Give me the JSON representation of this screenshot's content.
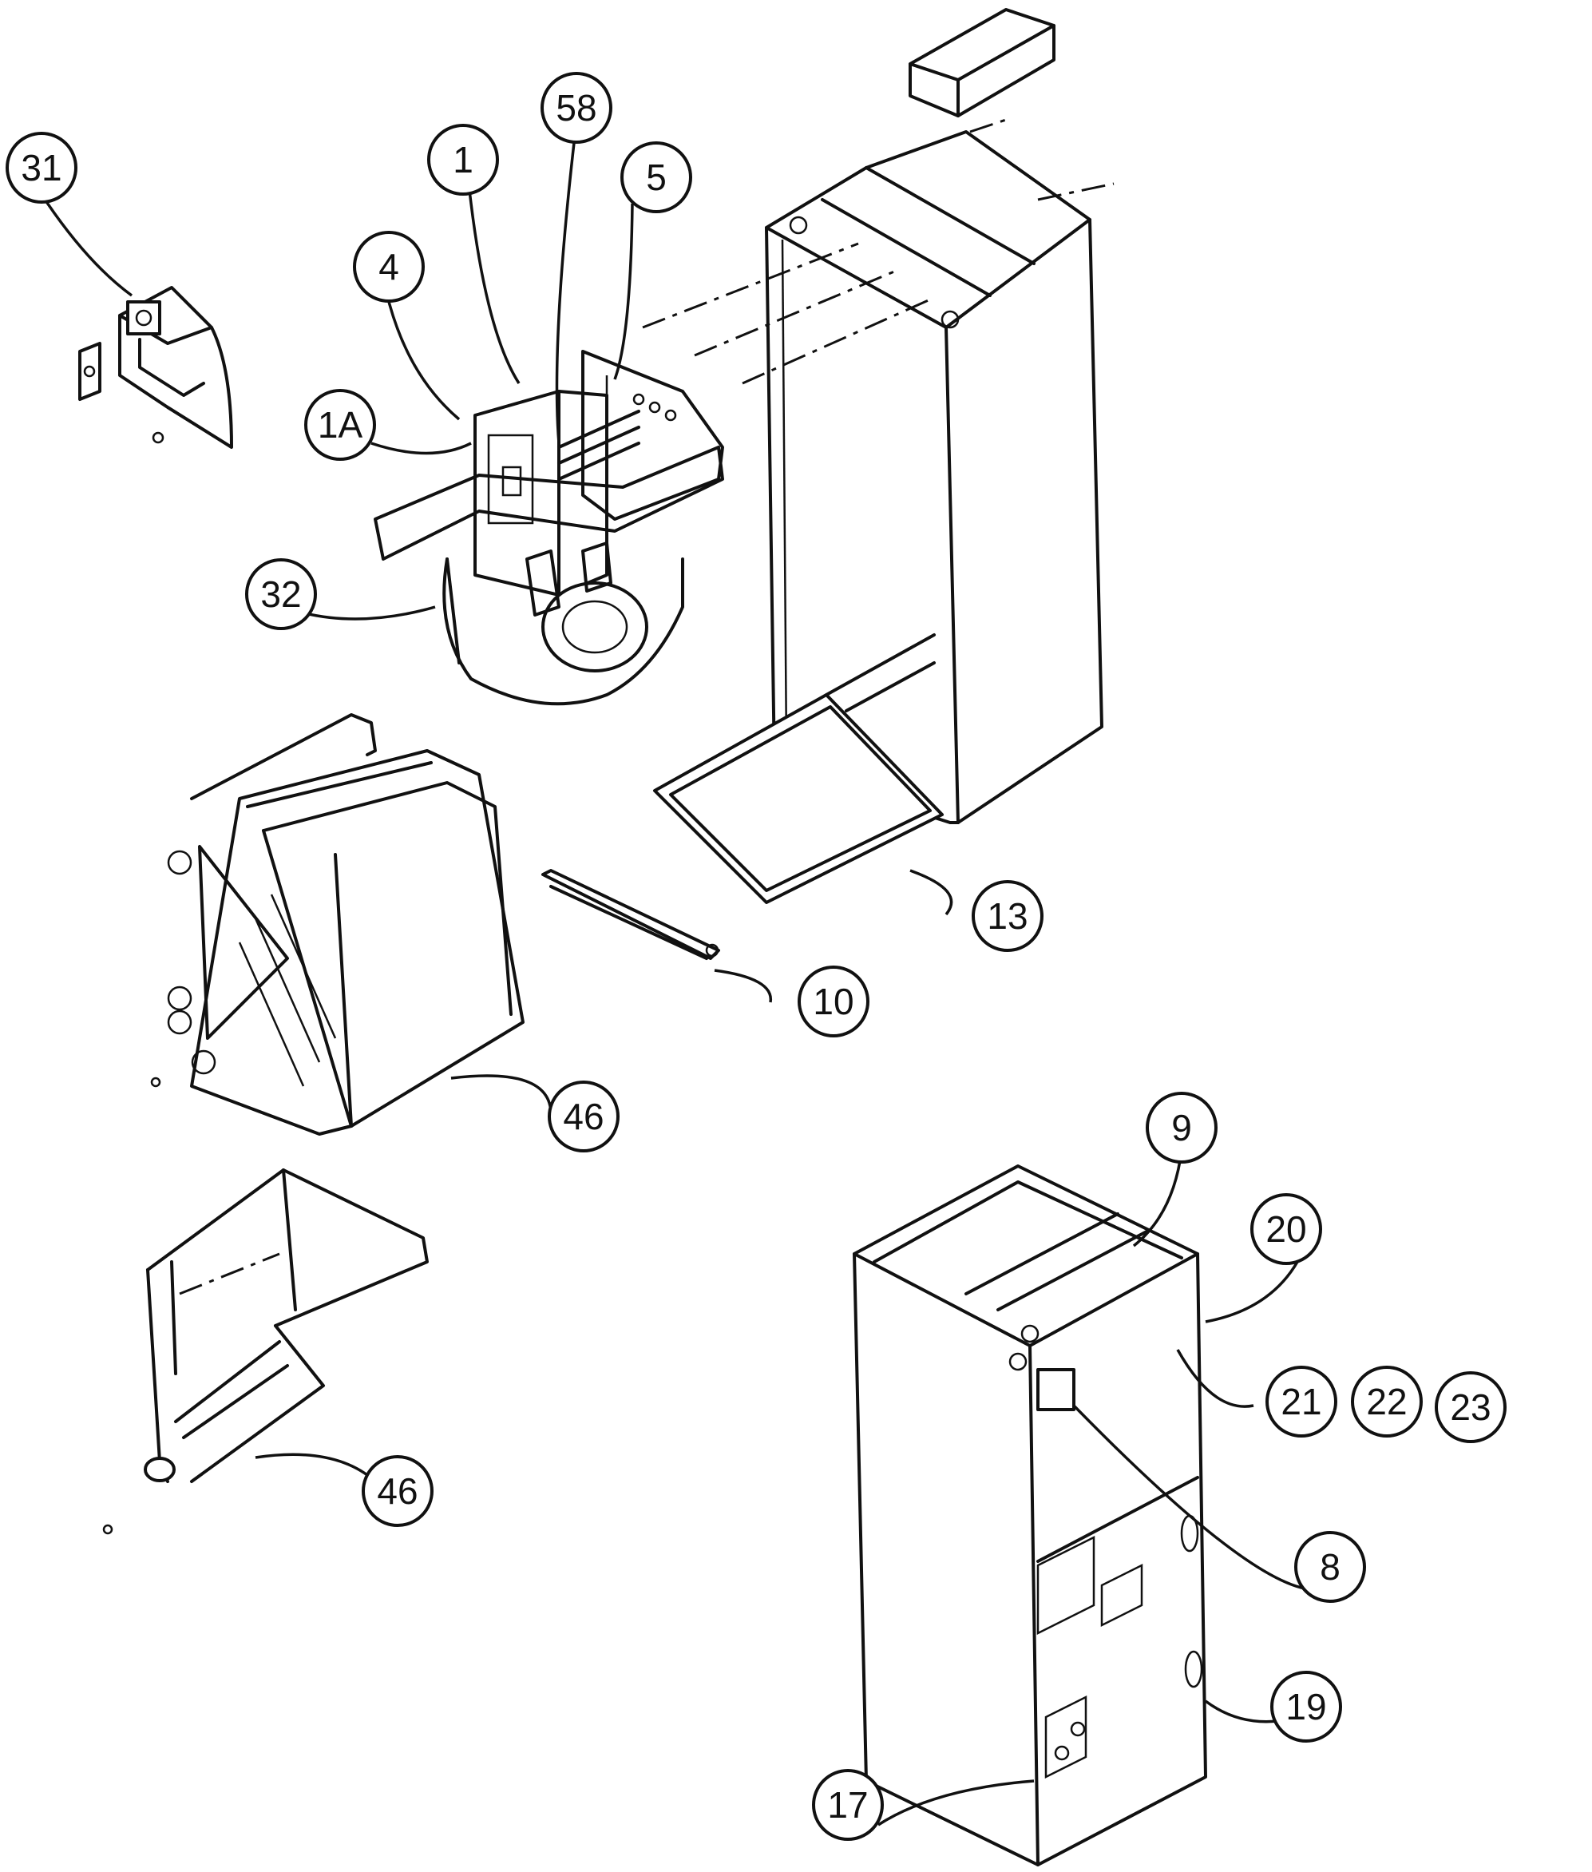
{
  "callouts": [
    {
      "id": "c31",
      "label": "31"
    },
    {
      "id": "c1",
      "label": "1"
    },
    {
      "id": "c58",
      "label": "58"
    },
    {
      "id": "c5",
      "label": "5"
    },
    {
      "id": "c4",
      "label": "4"
    },
    {
      "id": "c1A",
      "label": "1A"
    },
    {
      "id": "c32",
      "label": "32"
    },
    {
      "id": "c13",
      "label": "13"
    },
    {
      "id": "c10",
      "label": "10"
    },
    {
      "id": "c46a",
      "label": "46"
    },
    {
      "id": "c46b",
      "label": "46"
    },
    {
      "id": "c9",
      "label": "9"
    },
    {
      "id": "c20",
      "label": "20"
    },
    {
      "id": "c21",
      "label": "21"
    },
    {
      "id": "c22",
      "label": "22"
    },
    {
      "id": "c23",
      "label": "23"
    },
    {
      "id": "c8",
      "label": "8"
    },
    {
      "id": "c19",
      "label": "19"
    },
    {
      "id": "c17",
      "label": "17"
    }
  ]
}
